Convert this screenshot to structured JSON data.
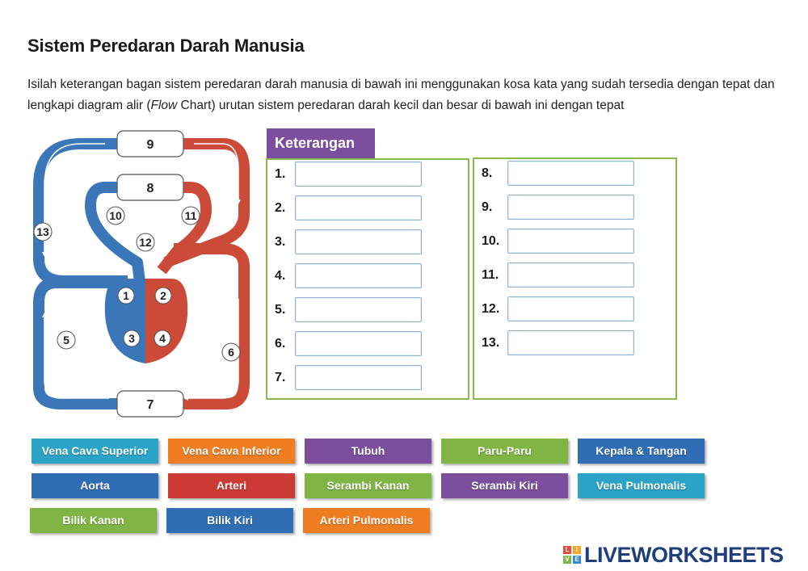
{
  "title": "Sistem Peredaran Darah Manusia",
  "instructions": {
    "before_italic": "Isilah keterangan bagan sistem peredaran darah manusia di bawah ini menggunakan kosa kata yang sudah tersedia dengan tepat dan lengkapi diagram alir (",
    "italic": "Flow",
    "after_italic": " Chart) urutan sistem peredaran darah kecil dan besar di bawah ini dengan tepat"
  },
  "diagram": {
    "box_labels": [
      "9",
      "8",
      "7"
    ],
    "circle_labels": [
      "1",
      "2",
      "3",
      "4",
      "5",
      "6",
      "10",
      "11",
      "12",
      "13"
    ],
    "colors": {
      "vein": "#3a76b8",
      "artery": "#cc4a38"
    }
  },
  "keterangan": {
    "header": "Keterangan",
    "left_items": [
      "1.",
      "2.",
      "3.",
      "4.",
      "5.",
      "6.",
      "7."
    ],
    "right_items": [
      "8.",
      "9.",
      "10.",
      "11.",
      "12.",
      "13."
    ]
  },
  "word_bank": [
    {
      "label": "Vena Cava Superior",
      "color": "#2aa3c6"
    },
    {
      "label": "Vena Cava Inferior",
      "color": "#ef7d22"
    },
    {
      "label": "Tubuh",
      "color": "#7b4f9e"
    },
    {
      "label": "Paru-Paru",
      "color": "#80b445"
    },
    {
      "label": "Kepala & Tangan",
      "color": "#2f6db5"
    },
    {
      "label": "Aorta",
      "color": "#2f6db5"
    },
    {
      "label": "Arteri",
      "color": "#cc3a35"
    },
    {
      "label": "Serambi Kanan",
      "color": "#80b445"
    },
    {
      "label": "Serambi Kiri",
      "color": "#7b4f9e"
    },
    {
      "label": "Vena Pulmonalis",
      "color": "#2aa3c6"
    },
    {
      "label": "Bilik Kanan",
      "color": "#80b445"
    },
    {
      "label": "Bilik Kiri",
      "color": "#2f6db5"
    },
    {
      "label": "Arteri Pulmonalis",
      "color": "#ef7d22"
    }
  ],
  "logo": {
    "text": "LIVEWORKSHEETS",
    "letters": [
      "L",
      "I",
      "V",
      "E"
    ],
    "colors": [
      "#e84b3c",
      "#f5a623",
      "#7ab648",
      "#2f8ad1"
    ]
  }
}
